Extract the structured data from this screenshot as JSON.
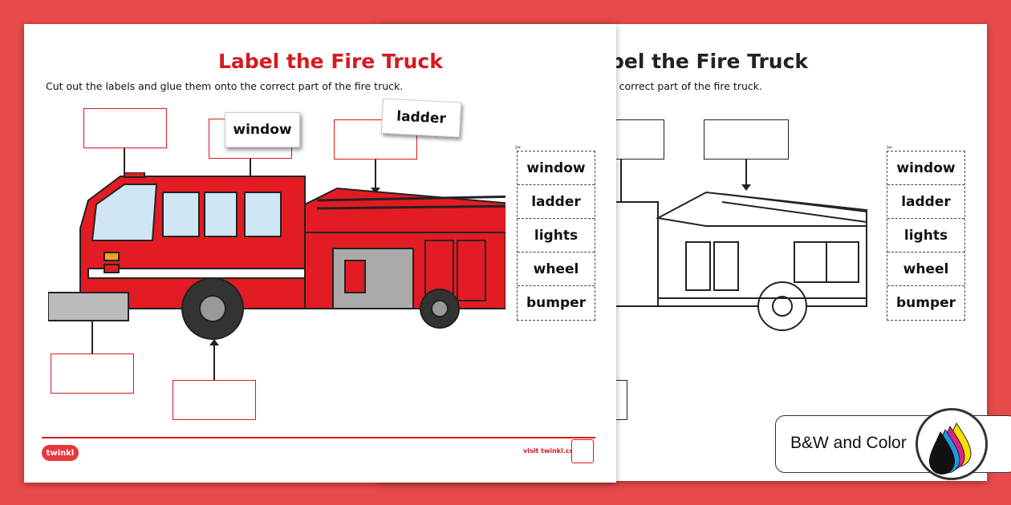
{
  "title": "Label the Fire Truck",
  "instruction": "Cut out the labels and glue them onto the correct part of the fire truck.",
  "bw_sheet": {
    "title_partial": "bel the Fire Truck",
    "instruction_partial": "e correct part of the fire truck."
  },
  "word_cards": [
    "window",
    "ladder",
    "lights",
    "wheel",
    "bumper"
  ],
  "placed_labels": {
    "window": "window",
    "ladder": "ladder"
  },
  "footer": {
    "logo": "twinkl",
    "visit": "visit twinkl.com"
  },
  "badge": {
    "label": "B&W and Color"
  },
  "icons": [
    "scissors-icon",
    "ink-drops-icon",
    "fire-truck-illustration"
  ],
  "colors": {
    "background": "#e84a4a",
    "accent": "#d71920"
  }
}
